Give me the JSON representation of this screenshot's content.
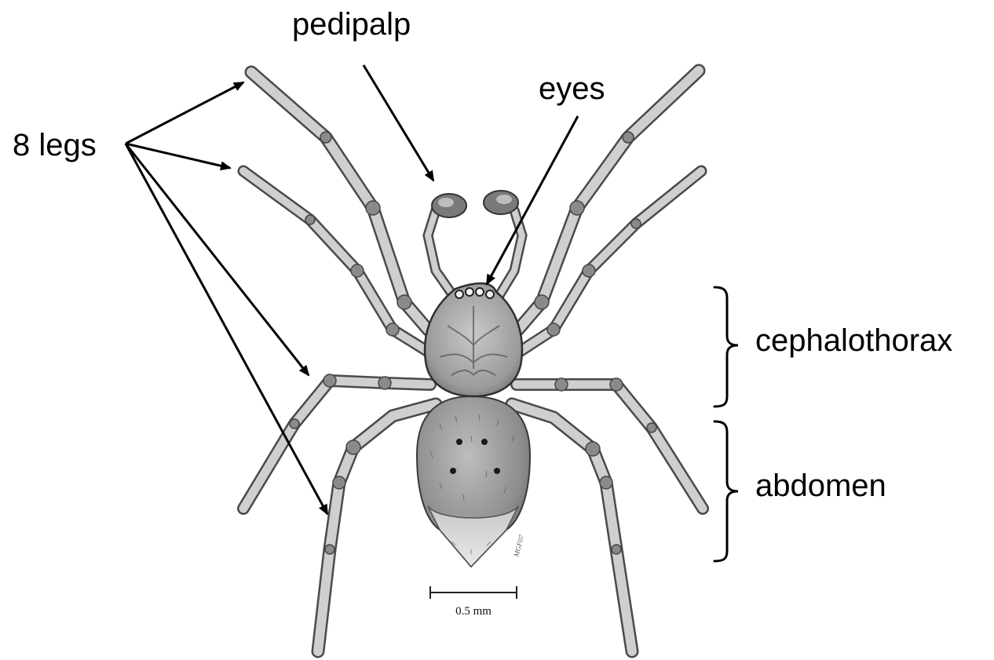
{
  "labels": {
    "legs": "8 legs",
    "pedipalp": "pedipalp",
    "eyes": "eyes",
    "cephalothorax": "cephalothorax",
    "abdomen": "abdomen"
  },
  "scale_bar": {
    "label": "0.5 mm"
  },
  "artist_signature": "MGF07",
  "colors": {
    "background": "#ffffff",
    "ink": "#000000",
    "body_dark": "#6e6e6e",
    "body_mid": "#a6a6a6",
    "body_light": "#dcdcdc"
  }
}
